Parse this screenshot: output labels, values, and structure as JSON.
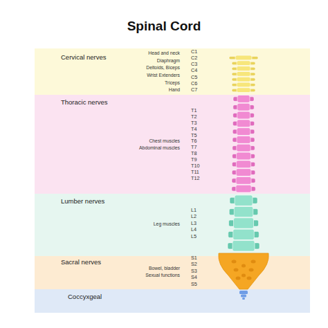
{
  "diagram": {
    "title": "Spinal Cord",
    "nodes": [
      {
        "text": [
          "Cervical nerves"
        ]
      },
      {
        "text": [
          "Thoracic nerves"
        ]
      },
      {
        "text": [
          "Lumber nerves"
        ]
      },
      {
        "text": [
          "Sacral nerves"
        ]
      },
      {
        "text": [
          "Coccyxgeal"
        ]
      }
    ],
    "labels": [
      "Head and neck",
      "Diaphragm",
      "Deltoids, Biceps",
      "Wrist Extenders",
      "Triceps",
      "Hand",
      "C1",
      "C2",
      "C3",
      "C4",
      "C5",
      "C6",
      "C7",
      "Chest muscles",
      "Abdominal muscles",
      "T1",
      "T2",
      "T3",
      "T4",
      "T5",
      "T6",
      "T7",
      "T8",
      "T9",
      "T10",
      "T11",
      "T12",
      "Leg muscles",
      "L1",
      "L2",
      "L3",
      "L4",
      "L5",
      "Bowel, bladder",
      "Sexual functions",
      "S1",
      "S2",
      "S3",
      "S4",
      "S5"
    ]
  }
}
